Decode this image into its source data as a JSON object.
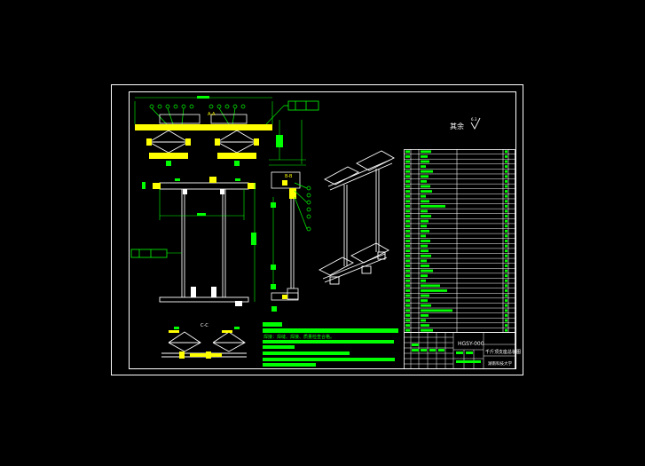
{
  "sheet": {
    "residual_label": "其余",
    "roughness_value": "6.3"
  },
  "views": {
    "section_a": "A-A",
    "section_b": "B-B",
    "section_c": "C-C"
  },
  "notes": {
    "requirement_line": "焊接：焊缝、焊接、质量检查合格。"
  },
  "title_block": {
    "drawing_number": "HGSY-000",
    "drawing_name": "千斤顶支座总装图",
    "school": "湖南科技大学"
  },
  "colors": {
    "frame": "#ffffff",
    "annotation": "#00ff00",
    "highlight": "#ffff00",
    "background": "#000000"
  }
}
